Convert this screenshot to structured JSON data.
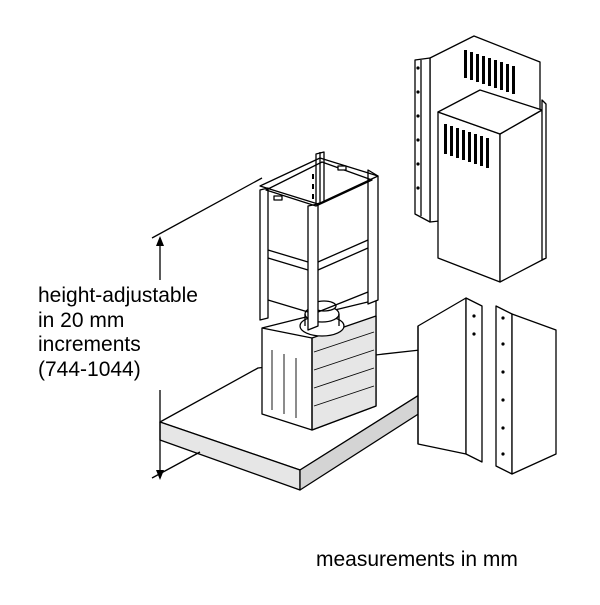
{
  "annotation": {
    "height_lines": [
      "height-adjustable",
      "in 20 mm",
      "increments",
      "(744-1044)"
    ],
    "units_note": "measurements in mm"
  }
}
